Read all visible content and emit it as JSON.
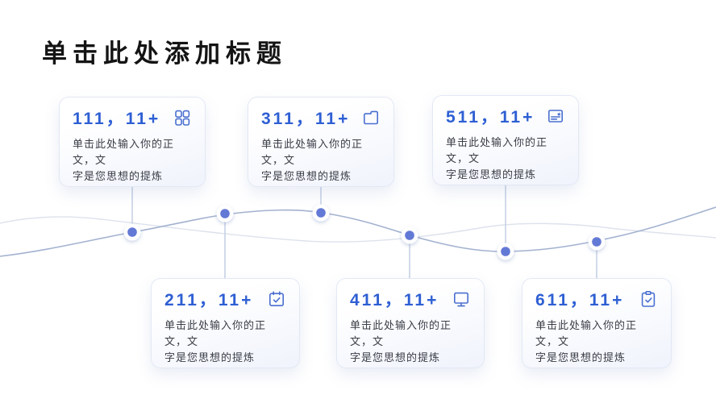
{
  "slide": {
    "title": "单击此处添加标题"
  },
  "colors": {
    "title_text": "#141414",
    "accent": "#2e5fd3",
    "icon": "#4a6fd0",
    "body_text": "#3a3d46",
    "card_border": "#e3e8f4",
    "node_dot": "#6379d6",
    "wave_main": "#a3b2d0",
    "wave_faint": "#dde2ec",
    "connector": "#c7d2e6"
  },
  "cards": [
    {
      "title": "111，11+",
      "icon": "grid-icon",
      "body_lines": [
        "单击此处输入你的正文，文",
        "字是您思想的提炼"
      ]
    },
    {
      "title": "211，11+",
      "icon": "calendar-check-icon",
      "body_lines": [
        "单击此处输入你的正文，文",
        "字是您思想的提炼"
      ]
    },
    {
      "title": "311，11+",
      "icon": "folder-icon",
      "body_lines": [
        "单击此处输入你的正文，文",
        "字是您思想的提炼"
      ]
    },
    {
      "title": "411，11+",
      "icon": "monitor-icon",
      "body_lines": [
        "单击此处输入你的正文，文",
        "字是您思想的提炼"
      ]
    },
    {
      "title": "511，11+",
      "icon": "certificate-icon",
      "body_lines": [
        "单击此处输入你的正文，文",
        "字是您思想的提炼"
      ]
    },
    {
      "title": "611，11+",
      "icon": "clipboard-check-icon",
      "body_lines": [
        "单击此处输入你的正文，文",
        "字是您思想的提炼"
      ]
    }
  ],
  "timeline": {
    "node_count": 6
  }
}
